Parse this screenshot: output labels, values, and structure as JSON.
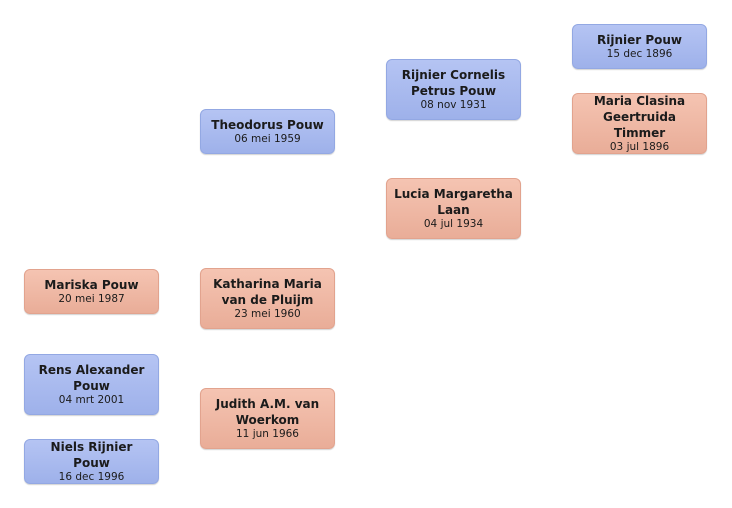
{
  "people": {
    "rijnier_1896": {
      "name": "Rijnier Pouw",
      "date": "15 dec 1896",
      "sex": "male"
    },
    "maria_clasina": {
      "name": "Maria Clasina Geertruida Timmer",
      "date": "03 jul 1896",
      "sex": "female"
    },
    "rijnier_cornelis": {
      "name": "Rijnier Cornelis Petrus Pouw",
      "date": "08 nov 1931",
      "sex": "male"
    },
    "lucia": {
      "name": "Lucia Margaretha Laan",
      "date": "04 jul 1934",
      "sex": "female"
    },
    "theodorus": {
      "name": "Theodorus Pouw",
      "date": "06 mei 1959",
      "sex": "male"
    },
    "katharina": {
      "name": "Katharina Maria van de Pluijm",
      "date": "23 mei 1960",
      "sex": "female"
    },
    "judith": {
      "name": "Judith A.M. van Woerkom",
      "date": "11 jun 1966",
      "sex": "female"
    },
    "mariska": {
      "name": "Mariska Pouw",
      "date": "20 mei 1987",
      "sex": "female"
    },
    "rens": {
      "name": "Rens Alexander Pouw",
      "date": "04 mrt 2001",
      "sex": "male"
    },
    "niels": {
      "name": "Niels Rijnier Pouw",
      "date": "16 dec 1996",
      "sex": "male"
    }
  },
  "colors": {
    "male_box": "#a9bbef",
    "female_box": "#efb8a4"
  }
}
